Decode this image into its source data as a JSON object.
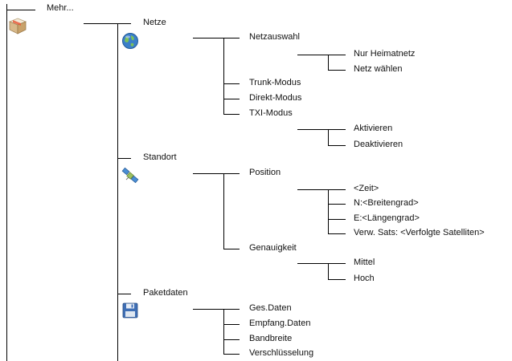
{
  "root": {
    "label": "Mehr...",
    "icon": "package-box-icon"
  },
  "netze": {
    "label": "Netze",
    "icon": "globe-icon",
    "items": {
      "netzauswahl": "Netzauswahl",
      "nur_heimatnetz": "Nur Heimatnetz",
      "netz_waehlen": "Netz wählen",
      "trunk_modus": "Trunk-Modus",
      "direkt_modus": "Direkt-Modus",
      "txi_modus": "TXI-Modus",
      "aktivieren": "Aktivieren",
      "deaktivieren": "Deaktivieren"
    }
  },
  "standort": {
    "label": "Standort",
    "icon": "satellite-icon",
    "items": {
      "position": "Position",
      "zeit": "<Zeit>",
      "breitengrad": "N:<Breitengrad>",
      "laengengrad": "E:<Längengrad>",
      "sats": "Verw. Sats: <Verfolgte Satelliten>",
      "genauigkeit": "Genauigkeit",
      "mittel": "Mittel",
      "hoch": "Hoch"
    }
  },
  "paketdaten": {
    "label": "Paketdaten",
    "icon": "floppy-disk-icon",
    "items": {
      "ges_daten": "Ges.Daten",
      "empfang_daten": "Empfang.Daten",
      "bandbreite": "Bandbreite",
      "verschluesselung": "Verschlüsselung"
    }
  },
  "colors": {
    "line": "#000000",
    "text": "#111111"
  }
}
